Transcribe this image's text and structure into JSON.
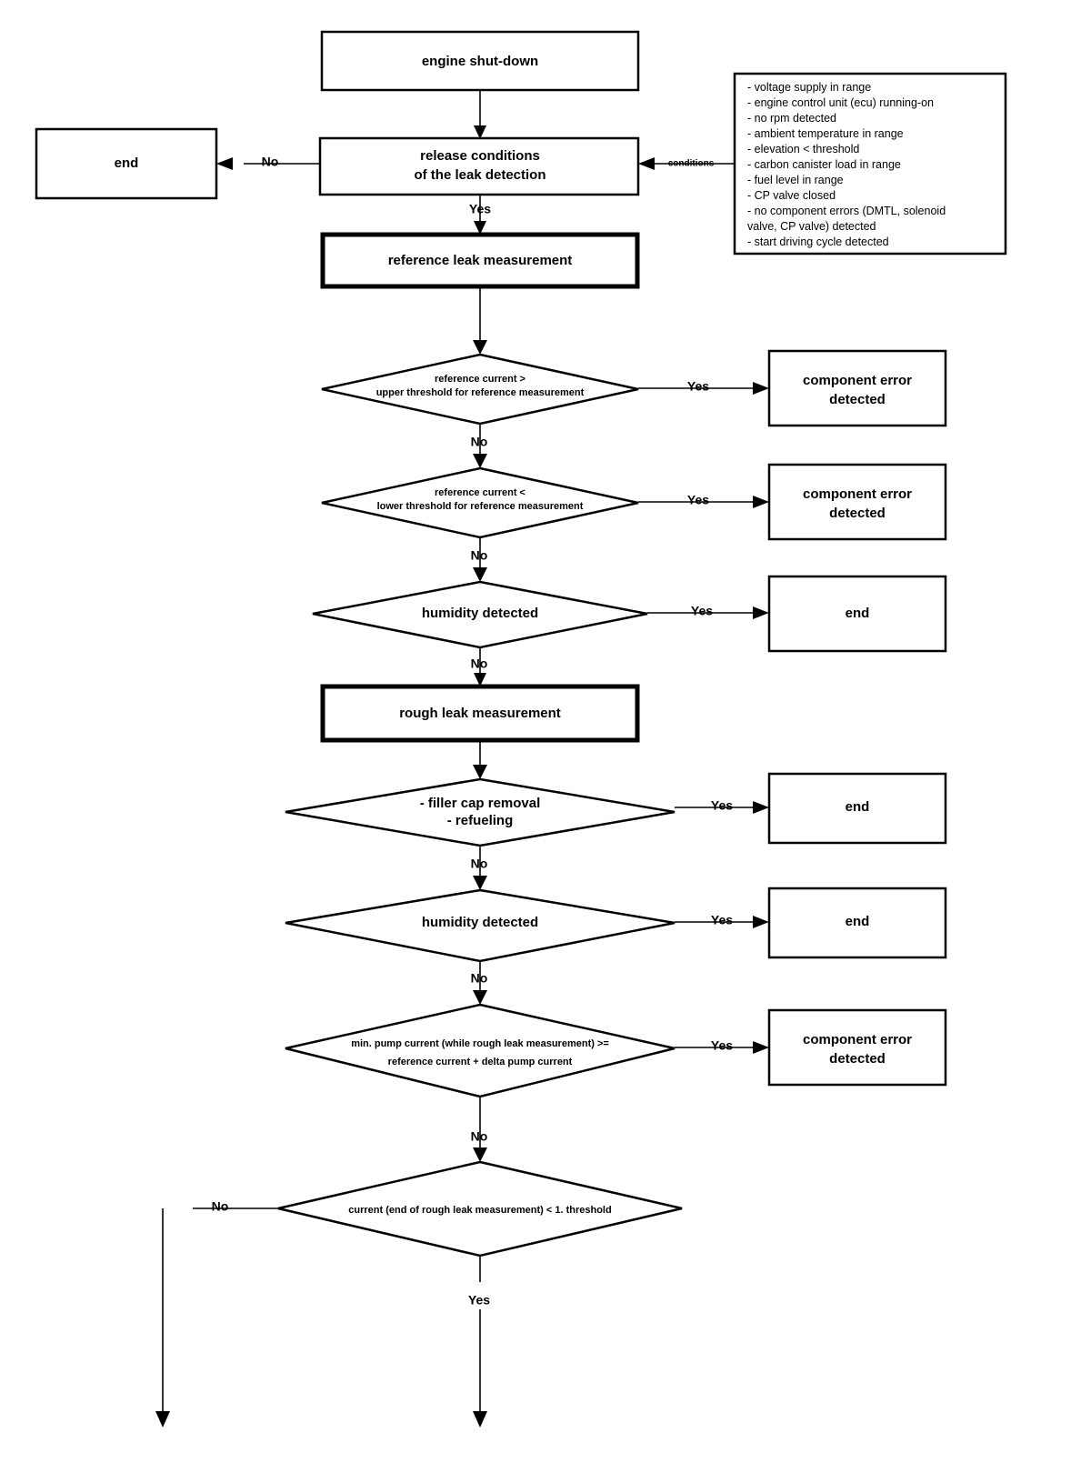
{
  "diagram": {
    "title": "DMTL leak detection flowchart",
    "colors": {
      "line": "#000000",
      "fill": "#ffffff",
      "text": "#000000"
    },
    "nodes": {
      "engine_shutdown": "engine shut-down",
      "release_conditions_line1": "release conditions",
      "release_conditions_line2": "of the leak detection",
      "end_left": "end",
      "reference_leak_measurement": "reference leak measurement",
      "dec_ref_upper_line1": "reference current  >",
      "dec_ref_upper_line2": "upper threshold for reference measurement",
      "component_error_1_line1": "component error",
      "component_error_1_line2": "detected",
      "dec_ref_lower_line1": "reference current  <",
      "dec_ref_lower_line2": "lower threshold for reference measurement",
      "component_error_2_line1": "component error",
      "component_error_2_line2": "detected",
      "dec_humidity_1": "humidity detected",
      "end_humidity_1": "end",
      "rough_leak_measurement": "rough leak measurement",
      "dec_filler_line1": "- filler cap removal",
      "dec_filler_line2": "- refueling",
      "end_filler": "end",
      "dec_humidity_2": "humidity detected",
      "end_humidity_2": "end",
      "dec_pump_line1": "min. pump current (while rough leak measurement)  >=",
      "dec_pump_line2": "reference current + delta pump current",
      "component_error_3_line1": "component error",
      "component_error_3_line2": "detected",
      "dec_current_threshold": "current (end of rough leak measurement) < 1. threshold"
    },
    "edge_labels": {
      "no_to_end_left": "No",
      "yes_release": "Yes",
      "conditions": "conditions",
      "yes_ref_upper": "Yes",
      "no_ref_upper": "No",
      "yes_ref_lower": "Yes",
      "no_ref_lower": "No",
      "yes_humidity_1": "Yes",
      "no_humidity_1": "No",
      "yes_filler": "Yes",
      "no_filler": "No",
      "yes_humidity_2": "Yes",
      "no_humidity_2": "No",
      "yes_pump": "Yes",
      "no_pump": "No",
      "no_current_threshold": "No",
      "yes_current_threshold": "Yes"
    },
    "conditions_box": {
      "items": [
        "- voltage supply in range",
        "- engine control unit (ecu) running-on",
        "- no rpm detected",
        "- ambient temperature in range",
        "- elevation < threshold",
        "- carbon canister load in range",
        "- fuel level in range",
        "- CP valve closed",
        "- no component errors (DMTL, solenoid",
        "  valve, CP valve) detected",
        "- start driving cycle detected"
      ]
    }
  }
}
